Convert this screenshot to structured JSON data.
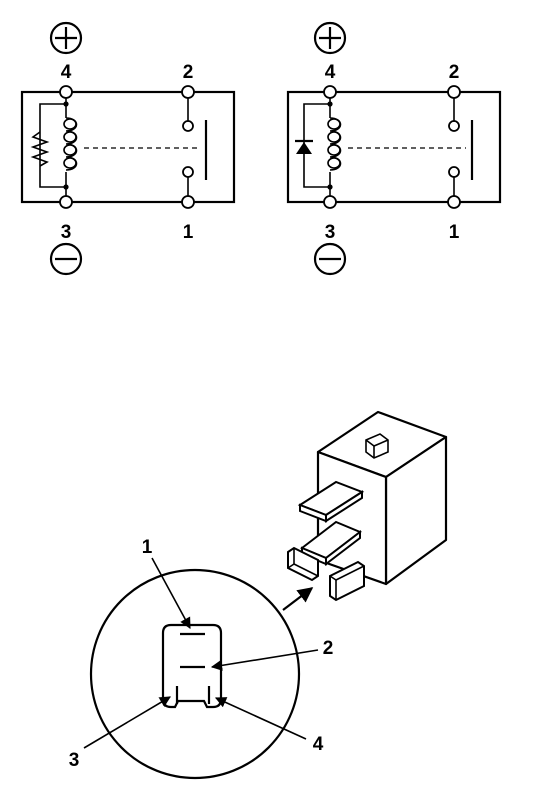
{
  "relay_a": {
    "pins": {
      "top_left": "4",
      "top_right": "2",
      "bottom_left": "3",
      "bottom_right": "1"
    },
    "top_polarity": "positive",
    "bottom_polarity": "negative",
    "suppressor": "resistor"
  },
  "relay_b": {
    "pins": {
      "top_left": "4",
      "top_right": "2",
      "bottom_left": "3",
      "bottom_right": "1"
    },
    "top_polarity": "positive",
    "bottom_polarity": "negative",
    "suppressor": "diode"
  },
  "socket_view": {
    "callouts": {
      "c1": "1",
      "c2": "2",
      "c3": "3",
      "c4": "4"
    }
  }
}
